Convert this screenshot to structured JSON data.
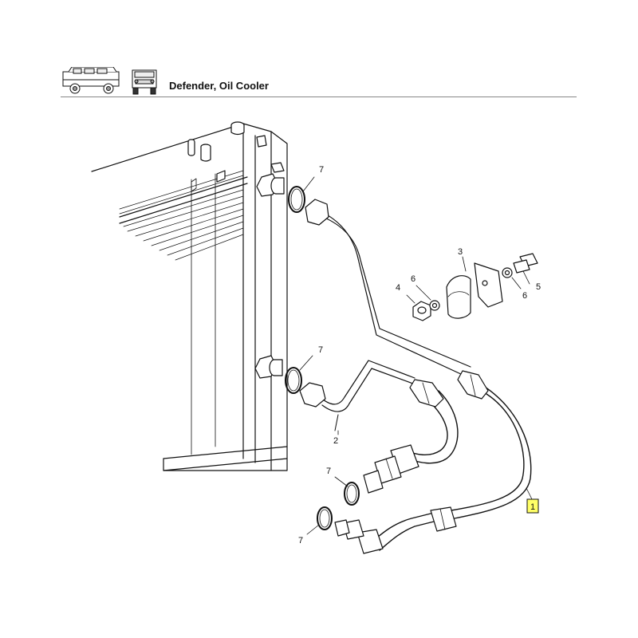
{
  "header": {
    "title": "Defender, Oil Cooler",
    "icons": [
      "vehicle-side-view-icon",
      "vehicle-front-view-icon"
    ]
  },
  "callouts": [
    {
      "id": "c7a",
      "text": "7"
    },
    {
      "id": "c7b",
      "text": "7"
    },
    {
      "id": "c7c",
      "text": "7"
    },
    {
      "id": "c7d",
      "text": "7"
    },
    {
      "id": "c2",
      "text": "2"
    },
    {
      "id": "c3",
      "text": "3"
    },
    {
      "id": "c4",
      "text": "4"
    },
    {
      "id": "c5",
      "text": "5"
    },
    {
      "id": "c6a",
      "text": "6"
    },
    {
      "id": "c6b",
      "text": "6"
    },
    {
      "id": "c1",
      "text": "1"
    }
  ],
  "colors": {
    "line": "#111111",
    "highlight": "#ffff66",
    "rule": "#888888"
  }
}
